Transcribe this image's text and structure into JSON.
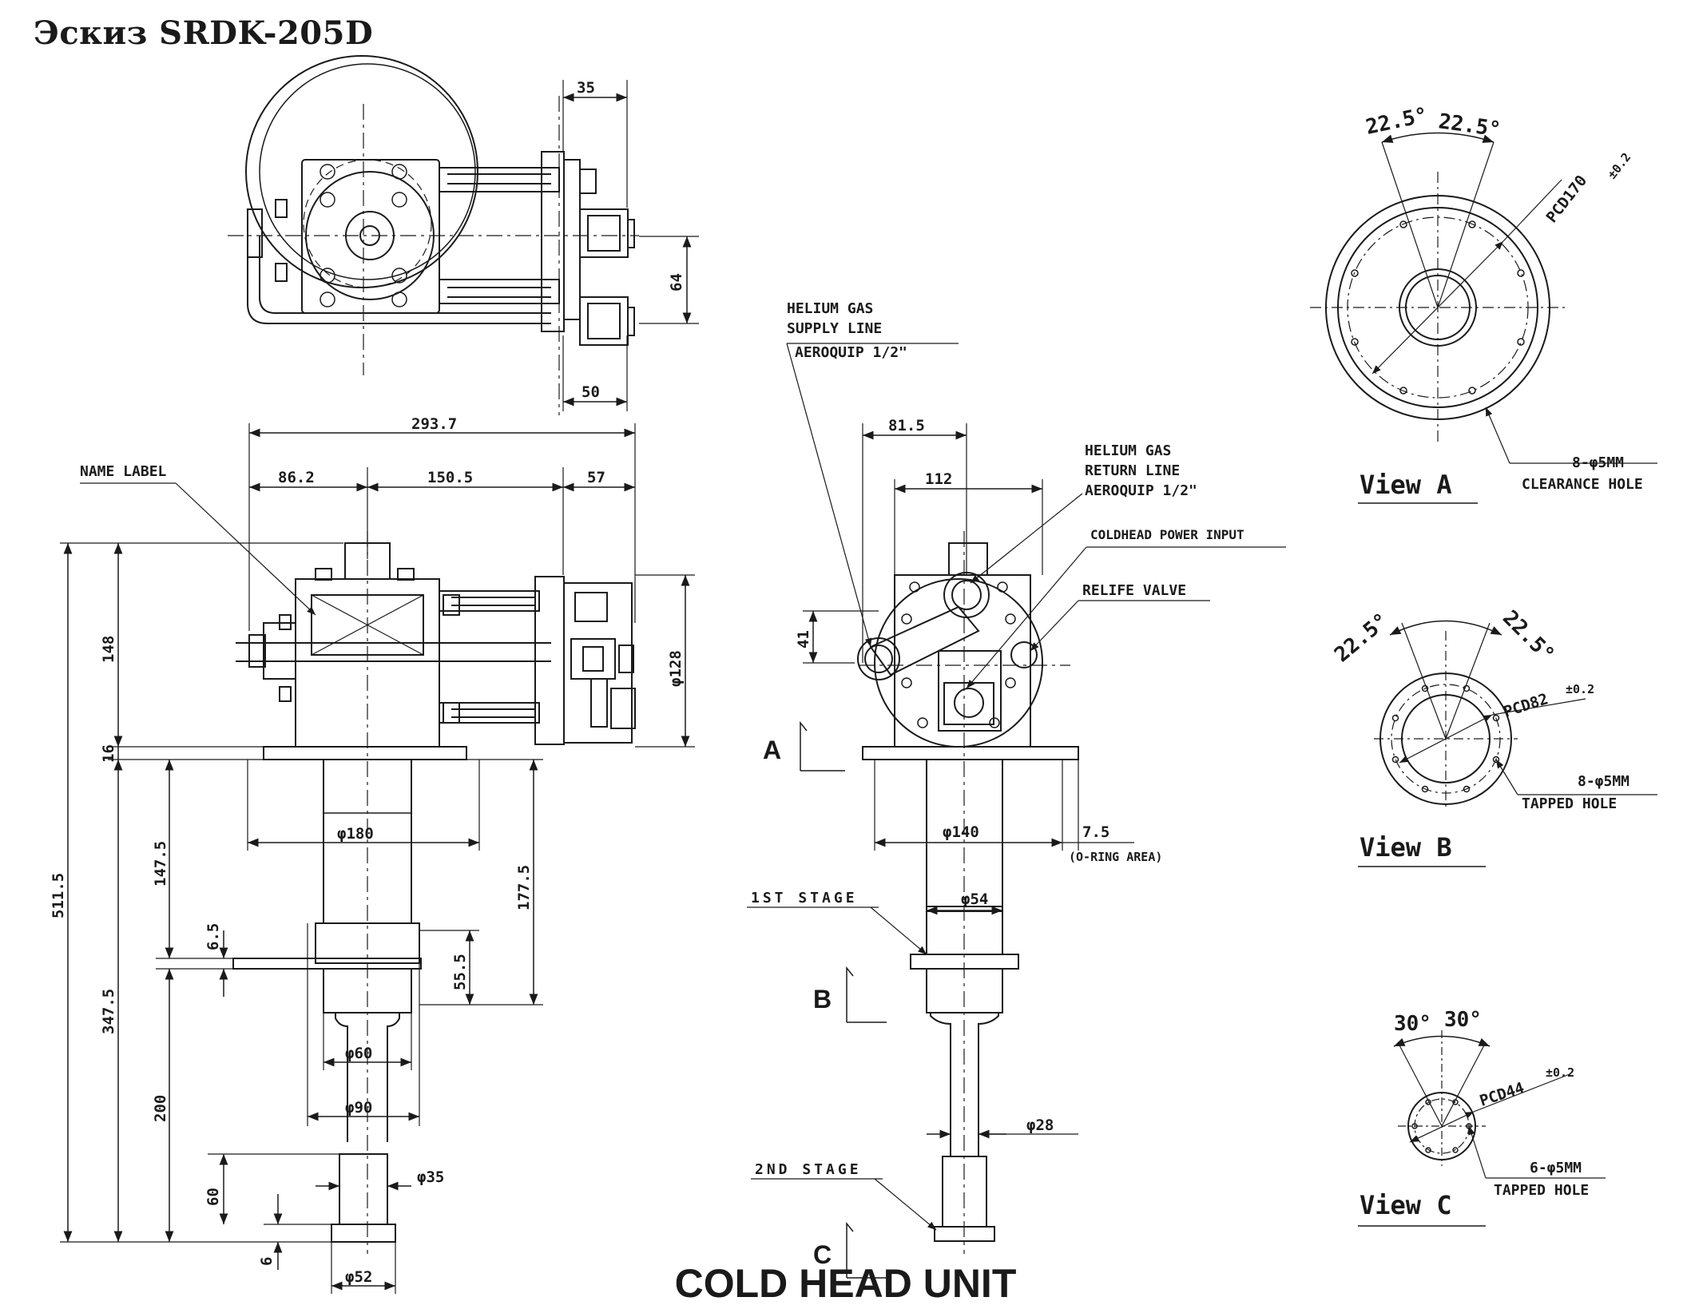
{
  "title": "Эскиз SRDK-205D",
  "footer": "COLD HEAD UNIT",
  "top_view": {
    "dim_35": "35",
    "dim_64": "64",
    "dim_50": "50"
  },
  "side_view": {
    "name_label": "NAME LABEL",
    "dim_293_7": "293.7",
    "dim_86_2": "86.2",
    "dim_150_5": "150.5",
    "dim_57": "57",
    "dim_148": "148",
    "dim_16": "16",
    "dim_511_5": "511.5",
    "dim_147_5": "147.5",
    "dim_347_5": "347.5",
    "dim_6_5": "6.5",
    "dim_200": "200",
    "dim_60": "60",
    "dim_6": "6",
    "dim_177_5": "177.5",
    "dim_55_5": "55.5",
    "dim_phi128": "φ128",
    "dim_phi180": "φ180",
    "dim_phi60": "φ60",
    "dim_phi90": "φ90",
    "dim_phi35": "φ35",
    "dim_phi52": "φ52"
  },
  "front_view": {
    "supply_1": "HELIUM GAS",
    "supply_2": "SUPPLY LINE",
    "supply_3": "AEROQUIP 1/2\"",
    "return_1": "HELIUM GAS",
    "return_2": "RETURN LINE",
    "return_3": "AEROQUIP 1/2\"",
    "power_input": "COLDHEAD POWER INPUT",
    "relief_valve": "RELIFE VALVE",
    "dim_81_5": "81.5",
    "dim_112": "112",
    "dim_41": "41",
    "dim_phi140": "φ140",
    "dim_7_5": "7.5",
    "oring_area": "(O-RING AREA)",
    "dim_phi54": "φ54",
    "dim_phi28": "φ28",
    "stage_1": "1ST STAGE",
    "stage_2": "2ND STAGE",
    "mark_a": "A",
    "mark_b": "B",
    "mark_c": "C"
  },
  "view_a": {
    "label": "View A",
    "angle_left": "22.5°",
    "angle_right": "22.5°",
    "pcd": "PCD170",
    "tol": "±0.2",
    "holes": "8-φ5MM",
    "hole_type": "CLEARANCE HOLE"
  },
  "view_b": {
    "label": "View B",
    "angle_left": "22.5°",
    "angle_right": "22.5°",
    "pcd": "PCD82",
    "tol": "±0.2",
    "holes": "8-φ5MM",
    "hole_type": "TAPPED HOLE"
  },
  "view_c": {
    "label": "View C",
    "angle_left": "30°",
    "angle_right": "30°",
    "pcd": "PCD44",
    "tol": "±0.2",
    "holes": "6-φ5MM",
    "hole_type": "TAPPED HOLE"
  }
}
